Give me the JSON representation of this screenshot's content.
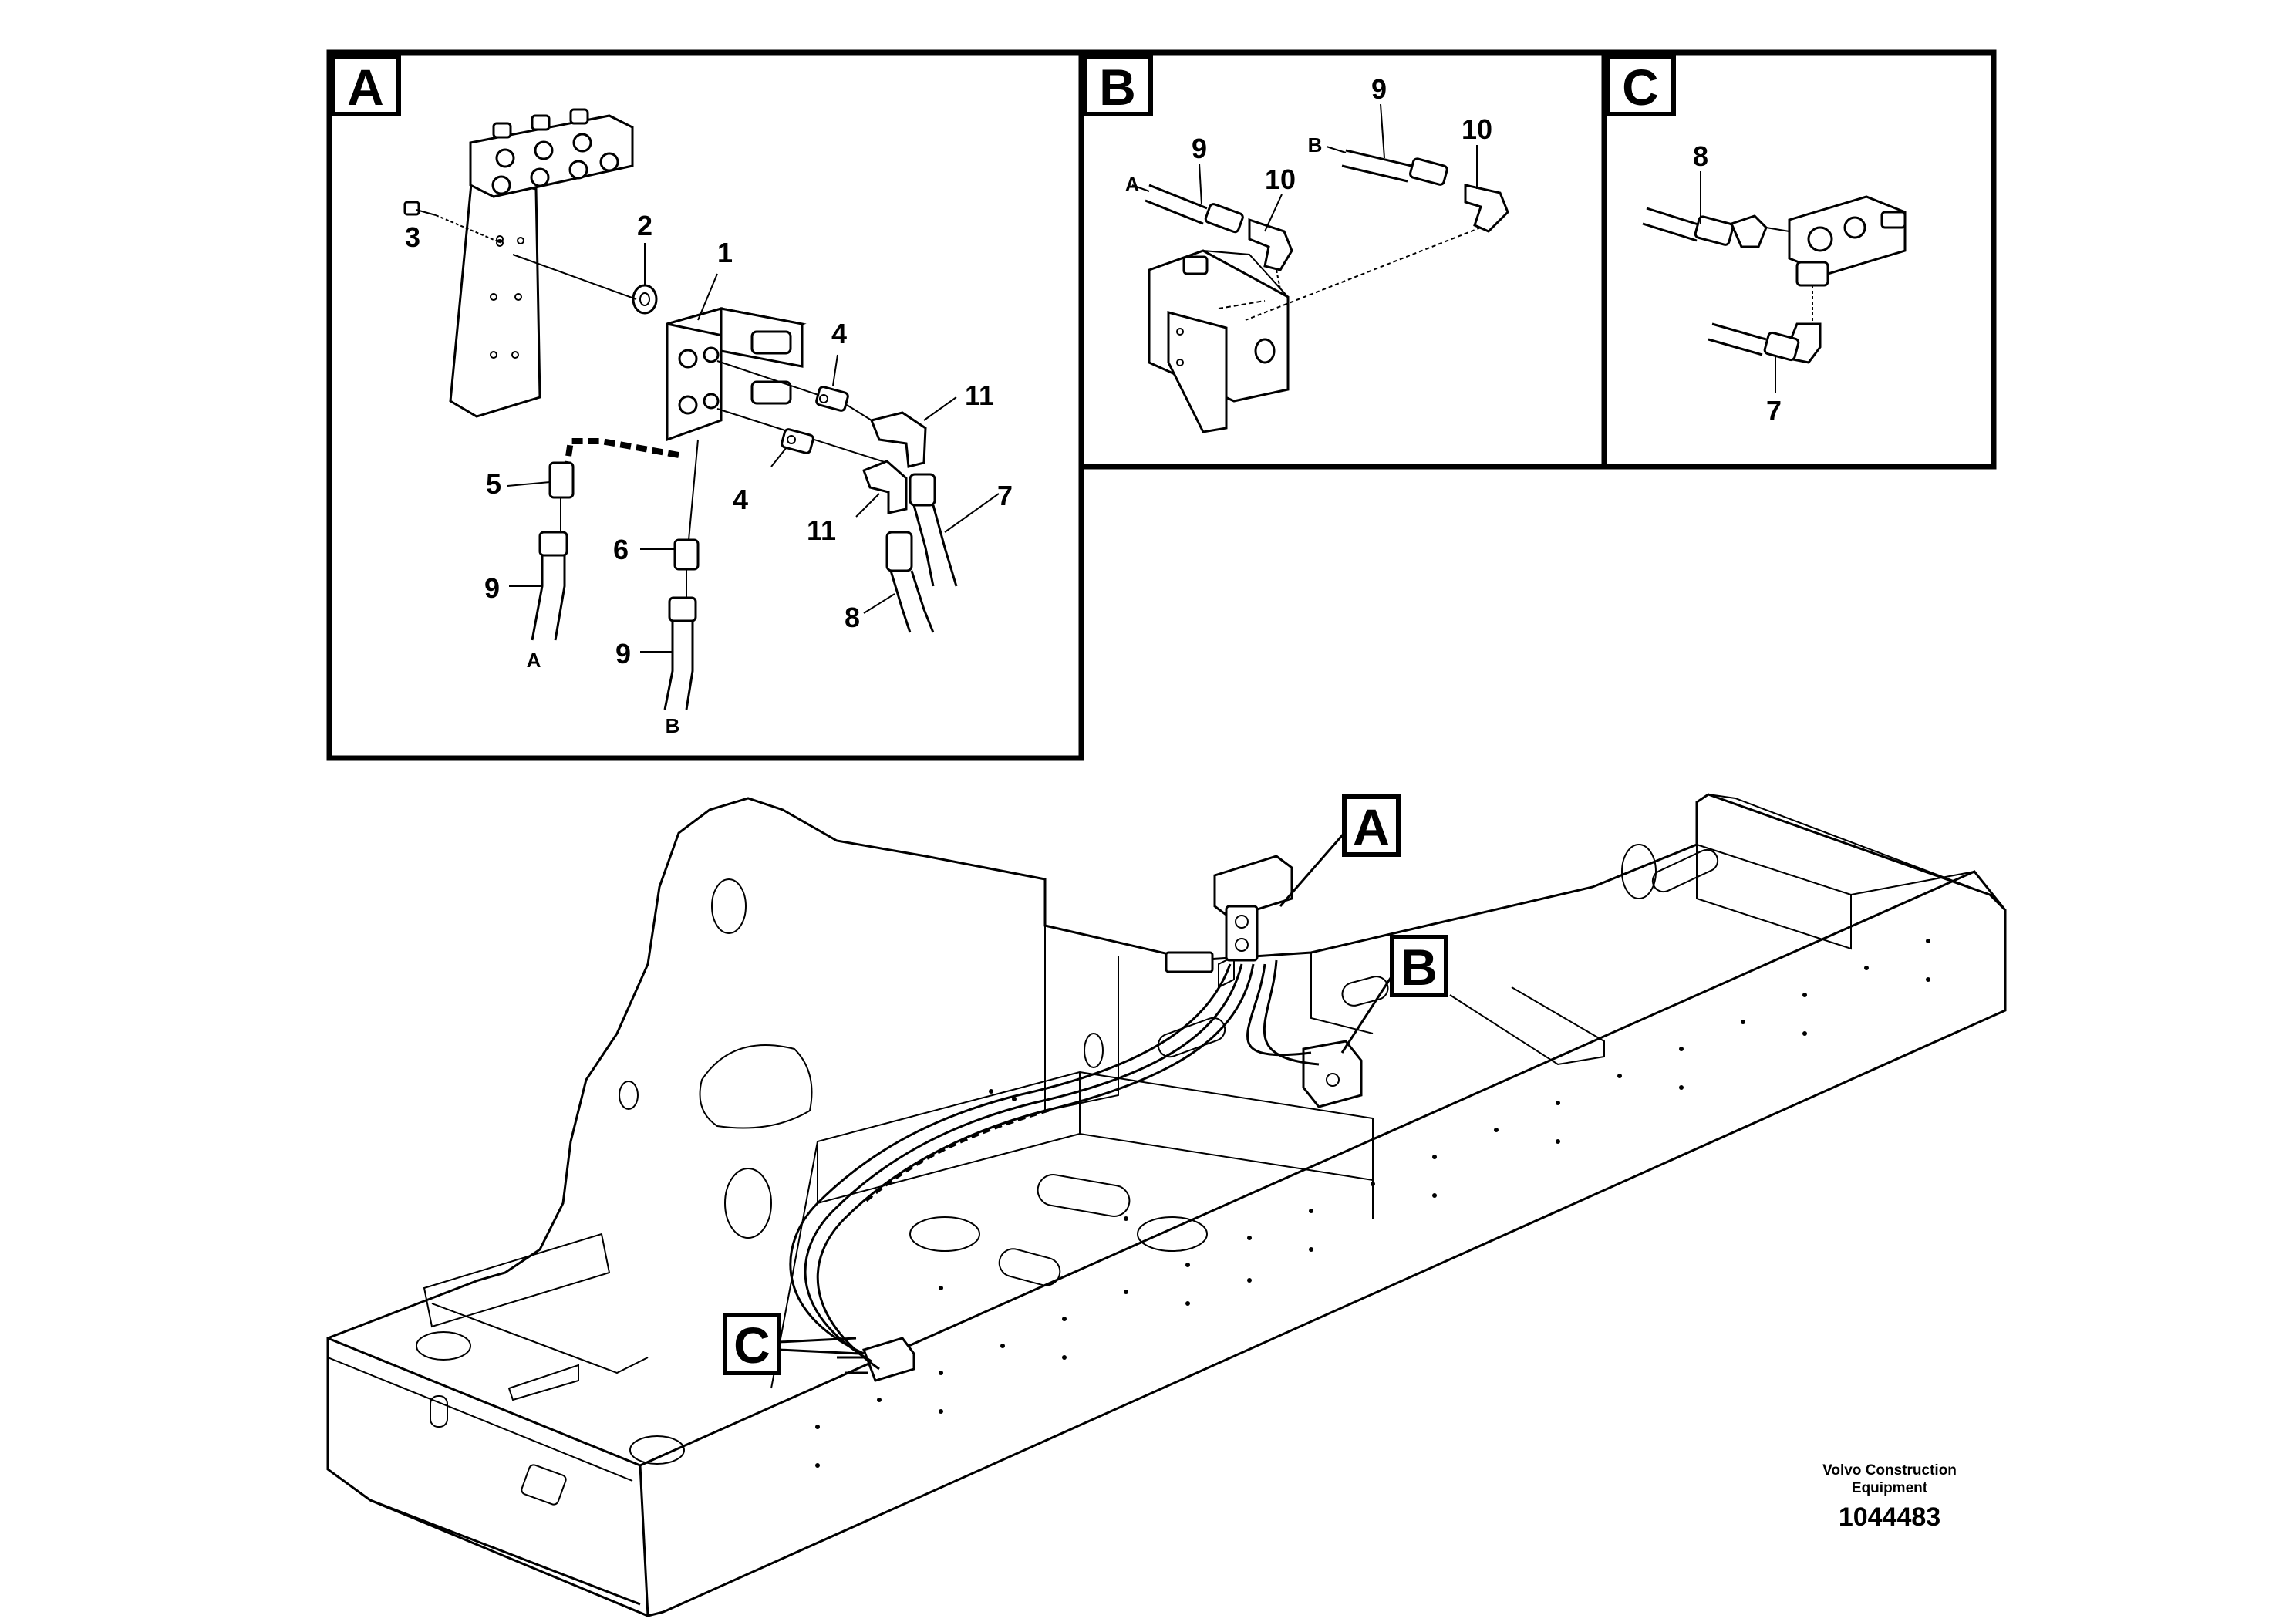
{
  "panels": {
    "A": {
      "letter": "A",
      "callouts": {
        "c1": "1",
        "c2": "2",
        "c3": "3",
        "c4a": "4",
        "c4b": "4",
        "c5": "5",
        "c6": "6",
        "c7": "7",
        "c8": "8",
        "c9a": "9",
        "c9b": "9",
        "c11a": "11",
        "c11b": "11"
      },
      "ends": {
        "a": "A",
        "b": "B"
      }
    },
    "B": {
      "letter": "B",
      "callouts": {
        "c9a": "9",
        "c10a": "10",
        "c9b": "9",
        "c10b": "10"
      },
      "ends": {
        "a": "A",
        "b": "B"
      }
    },
    "C": {
      "letter": "C",
      "callouts": {
        "c8": "8",
        "c7": "7"
      }
    }
  },
  "main_view": {
    "tags": {
      "a": "A",
      "b": "B",
      "c": "C"
    }
  },
  "footer": {
    "company_line1": "Volvo Construction",
    "company_line2": "Equipment",
    "drawing_number": "1044483"
  }
}
